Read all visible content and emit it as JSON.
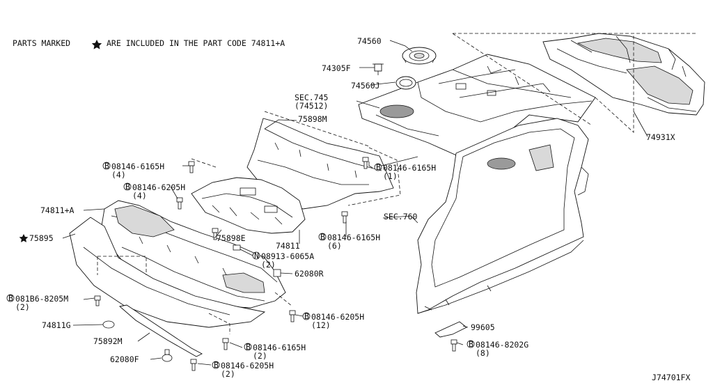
{
  "note": {
    "prefix": "PARTS MARKED",
    "suffix": "ARE INCLUDED IN THE PART CODE 74811+A"
  },
  "diagram_id": "J74701FX",
  "labels": {
    "p74560": "74560",
    "p74305F": "74305F",
    "p74560J": "74560J",
    "sec745": "SEC.745",
    "sec745sub": "(74512)",
    "p74931X": "74931X",
    "p75898M": "75898M",
    "b08146_6165H_a": "08146-6165H",
    "b08146_6165H_a_qty": "(4)",
    "b08146_6165H_b": "08146-6165H",
    "b08146_6165H_b_qty": "(1)",
    "b08146_6205H_a": "08146-6205H",
    "b08146_6205H_a_qty": "(4)",
    "p74811A": "74811+A",
    "p75895": "75895",
    "p75898E": "75898E",
    "p74811": "74811",
    "b08146_6165H_c": "08146-6165H",
    "b08146_6165H_c_qty": "(6)",
    "sec760": "SEC.760",
    "n08913_6065A": "08913-6065A",
    "n08913_6065A_qty": "(2)",
    "p62080R": "62080R",
    "b081B6_8205M": "081B6-8205M",
    "b081B6_8205M_qty": "(2)",
    "b08146_6205H_b": "08146-6205H",
    "b08146_6205H_b_qty": "(12)",
    "p74811G": "74811G",
    "p99605": "99605",
    "p75892M": "75892M",
    "b08146_6165H_d": "08146-6165H",
    "b08146_6165H_d_qty": "(2)",
    "b08146_8202G": "08146-8202G",
    "b08146_8202G_qty": "(8)",
    "p62080F": "62080F",
    "b08146_6205H_c": "08146-6205H",
    "b08146_6205H_c_qty": "(2)"
  },
  "prefix_marks": {
    "bolt": "B",
    "nut": "N"
  }
}
